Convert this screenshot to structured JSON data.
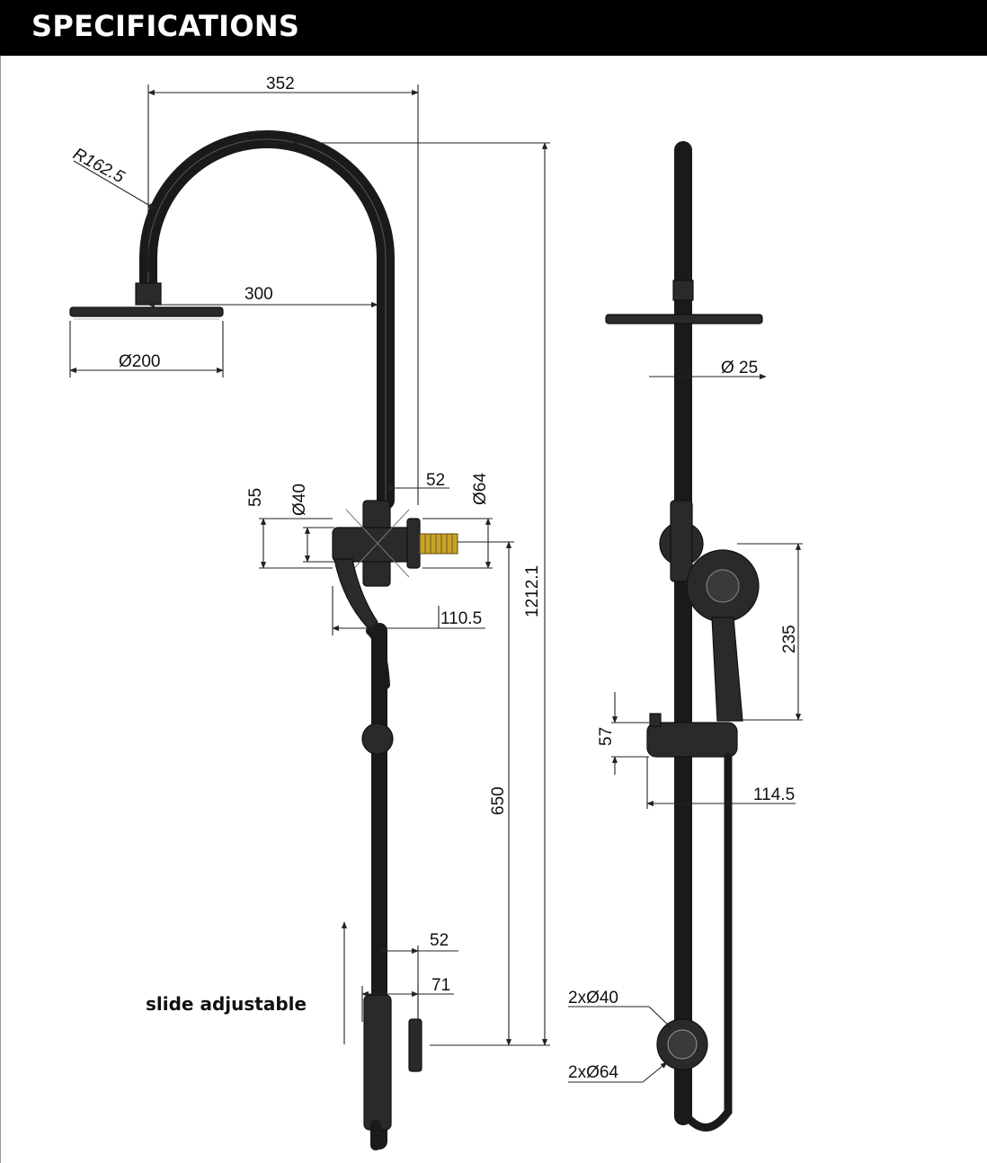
{
  "header": {
    "title": "SPECIFICATIONS"
  },
  "front_view": {
    "dimensions": {
      "arm_reach": "352",
      "arm_radius": "R162.5",
      "head_offset": "300",
      "head_diameter": "Ø200",
      "bracket_height": "55",
      "bracket_diameter": "Ø40",
      "outlet_offset": "52",
      "outlet_diameter": "Ø64",
      "handset_reach": "110.5",
      "overall_height": "1212.1",
      "rail_height": "650",
      "lower_offset_1": "52",
      "lower_offset_2": "71"
    },
    "note": "slide adjustable"
  },
  "side_view": {
    "dimensions": {
      "pipe_diameter": "Ø 25",
      "handset_length": "235",
      "slider_height": "57",
      "slider_projection": "114.5",
      "bracket_diameter": "2xØ40",
      "flange_diameter": "2xØ64"
    }
  },
  "colors": {
    "header_bg": "#000000",
    "header_text": "#ffffff",
    "fitting": "#1a1a1a",
    "brass": "#c9a227"
  }
}
